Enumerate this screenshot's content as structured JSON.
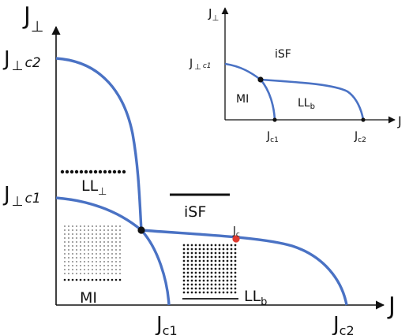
{
  "main": {
    "y_axis_label": "J",
    "y_axis_sub": "⊥",
    "x_axis_label": "J",
    "y_tick_c2": {
      "main": "J",
      "sub1": "⊥",
      "sub2": "c2"
    },
    "y_tick_c1": {
      "main": "J",
      "sub1": "⊥",
      "sub2": "c1"
    },
    "x_tick_c1": {
      "main": "J",
      "sub": "c1"
    },
    "x_tick_c2": {
      "main": "J",
      "sub": "c2"
    },
    "critical_point": {
      "main": "J",
      "sub": "c"
    },
    "region_ll_perp": {
      "main": "LL",
      "sub": "⊥"
    },
    "region_isf": "iSF",
    "region_mi": "MI",
    "region_ll_b": {
      "main": "LL",
      "sub": "b"
    }
  },
  "inset": {
    "y_axis_label": "J",
    "y_axis_sub": "⊥",
    "x_axis_label": "J",
    "y_tick_c1": {
      "main": "J",
      "sub1": "⊥",
      "sub2": "c1"
    },
    "x_tick_c1": {
      "main": "J",
      "sub": "c1"
    },
    "x_tick_c2": {
      "main": "J",
      "sub": "c2"
    },
    "region_isf": "iSF",
    "region_mi": "MI",
    "region_ll_b": {
      "main": "LL",
      "sub": "b"
    }
  },
  "colors": {
    "boundary": "#4a72c4",
    "critical_point": "#e03a2f",
    "multicritical_point": "#111111",
    "axis": "#111111"
  }
}
